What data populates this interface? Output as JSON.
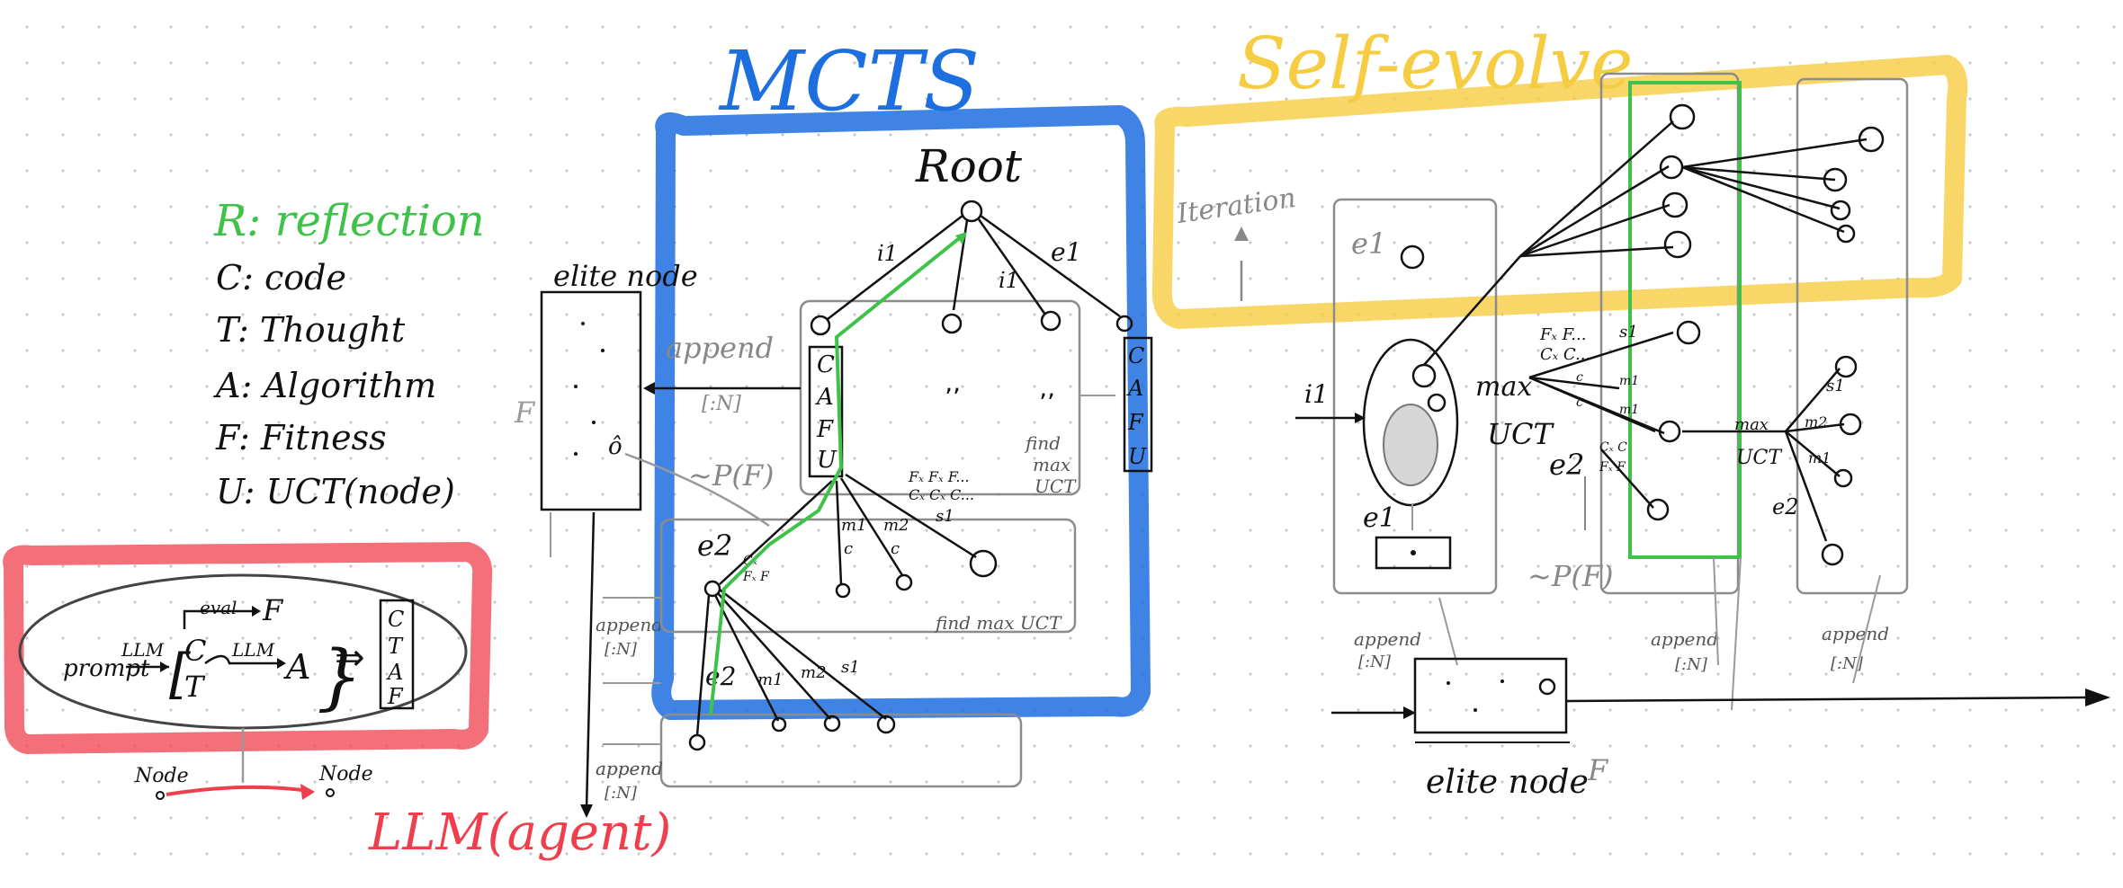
{
  "titles": {
    "mcts": "MCTS",
    "self_evolve": "Self-evolve",
    "llm_agent": "LLM(agent)"
  },
  "legend": {
    "r": "R: reflection",
    "c": "C: code",
    "t": "T: Thought",
    "a": "A: Algorithm",
    "f": "F: Fitness",
    "u": "U: UCT(node)"
  },
  "llm_box": {
    "prompt": "prompt",
    "llm1": "LLM",
    "llm2": "LLM",
    "eval": "eval",
    "c": "C",
    "t": "T",
    "a": "A",
    "f": "F",
    "brace": "}",
    "stack": [
      "C",
      "T",
      "A",
      "F"
    ]
  },
  "node_arrow": {
    "from": "Node",
    "to": "Node"
  },
  "elite_left": {
    "title": "elite node",
    "f": "F",
    "o": "ô",
    "append1": "append",
    "append1_range": "[:N]",
    "append2": "append",
    "append2_range": "[:N]"
  },
  "mcts": {
    "root": "Root",
    "edge_i1a": "i1",
    "edge_i1b": "i1",
    "edge_e1": "e1",
    "stack_left": [
      "C",
      "A",
      "F",
      "U"
    ],
    "stack_right": [
      "C",
      "A",
      "F",
      "U"
    ],
    "dots": "ʼʼ",
    "find_max_uct": [
      "find",
      "max",
      "UCT"
    ],
    "pf": "~P(F)",
    "fvals": [
      "Fₓ Fₓ F...",
      "Cₓ Cₓ C..."
    ],
    "s1": "s1",
    "m1": "m1",
    "m2": "m2",
    "c1": "c",
    "c2": "c",
    "e2": "e2",
    "cvs": [
      "Cₓ",
      "Fₓ F"
    ],
    "find_max_uct_2": "find max UCT",
    "e2b": "e2",
    "m1b": "m1",
    "m2b": "m2",
    "s1b": "s1",
    "append_bottom": "append",
    "append_bottom_range": "[:N]"
  },
  "self_evolve": {
    "iteration": "Iteration",
    "e1_top": "e1",
    "e1_bottom": "e1",
    "i1": "i1",
    "max": "max",
    "uct": "UCT",
    "e2": "e2",
    "fvals": [
      "Fₓ F...",
      "Cₓ C..."
    ],
    "s1": "s1",
    "c_labels": [
      "c",
      "m1",
      "c",
      "m1"
    ],
    "cf": [
      "Cₓ C",
      "Fₓ F"
    ],
    "max2": "max",
    "uct2": "UCT",
    "s1b": "s1",
    "m2": "m2",
    "m1": "m1",
    "e2b": "e2",
    "pf": "~P(F)",
    "append_a": "append",
    "append_a_range": "[:N]",
    "append_b": "append",
    "append_b_range": "[:N]",
    "append_c": "append",
    "append_c_range": "[:N]",
    "elite": "elite node",
    "f": "F"
  },
  "colors": {
    "blue": "#1d6fe0",
    "yellow": "#f6cd42",
    "red": "#ef3f4c",
    "green": "#3fc24a",
    "ink": "#111111",
    "grey": "#8c8c8c"
  }
}
